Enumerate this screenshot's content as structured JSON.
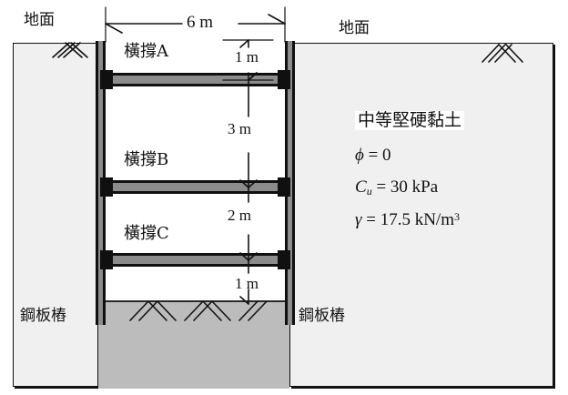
{
  "diagram": {
    "ground_labels": [
      {
        "id": "ground-left",
        "text": "地面"
      },
      {
        "id": "ground-right",
        "text": "地面"
      }
    ],
    "pile_labels": [
      {
        "id": "pile-left",
        "text": "鋼板樁"
      },
      {
        "id": "pile-right",
        "text": "鋼板樁"
      }
    ],
    "struts": [
      {
        "id": "strut-a",
        "label": "橫撐A"
      },
      {
        "id": "strut-b",
        "label": "橫撐B"
      },
      {
        "id": "strut-c",
        "label": "橫撐C"
      }
    ],
    "dimensions": {
      "width": "6 m",
      "depth_to_strut_a": "1 m",
      "strut_a_to_b": "3 m",
      "strut_b_to_c": "2 m",
      "strut_c_to_base": "1 m"
    },
    "soil": {
      "title": "中等堅硬黏土",
      "phi_symbol": "ϕ",
      "phi_eq": "= 0",
      "cu_symbol": "C",
      "cu_sub": "u",
      "cu_eq": "= 30 kPa",
      "gamma_symbol": "γ",
      "gamma_eq": "= 17.5 kN/m",
      "gamma_sup": "3"
    },
    "colors": {
      "soil_fill": "#f0f0f0",
      "excavation_fill": "#bcbcbc",
      "steel_fill": "#8c8c8c",
      "outline": "#111111"
    }
  }
}
